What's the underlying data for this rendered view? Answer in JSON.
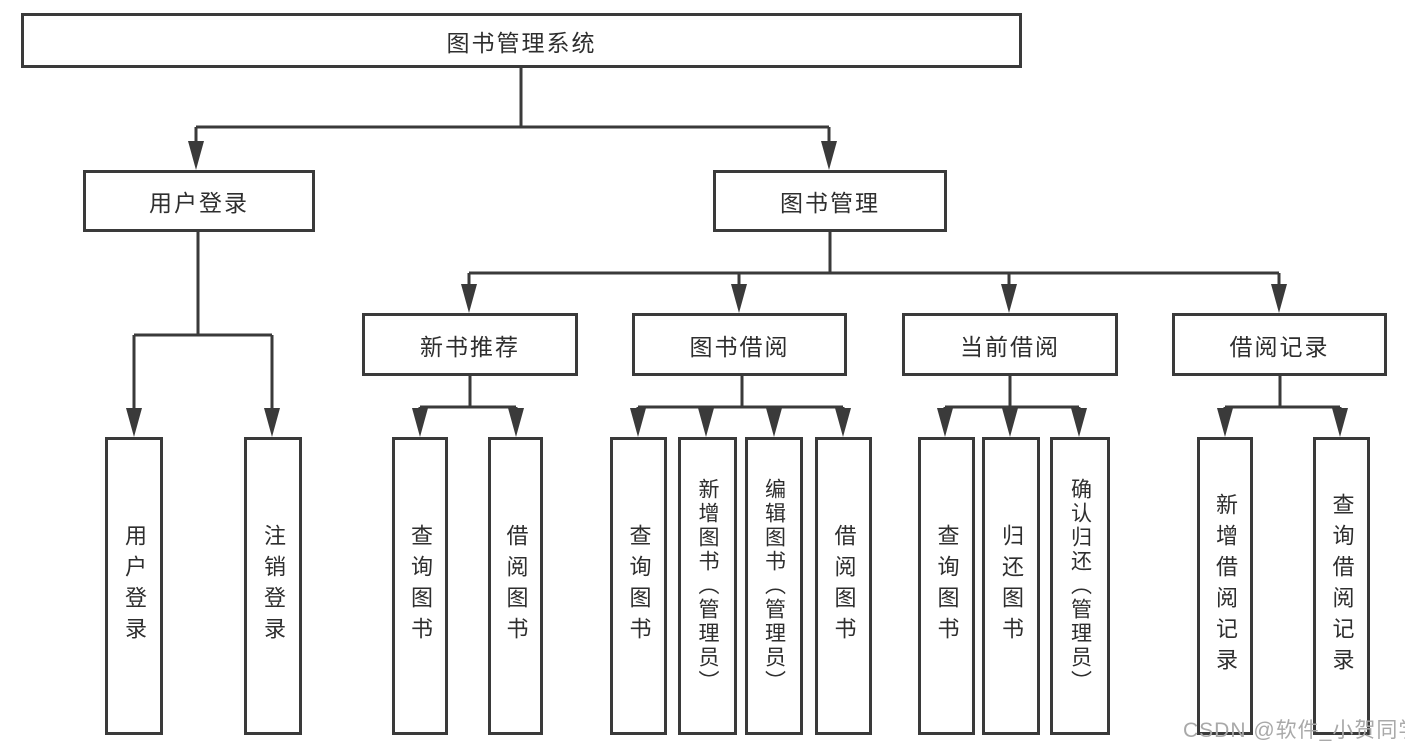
{
  "diagram_title": "图书管理系统",
  "watermark": "CSDN @软件_小贺同学",
  "colors": {
    "line": "#3a3a3a",
    "text": "#2e2e2e",
    "watermark": "#a9a9a9",
    "background": "#ffffff"
  },
  "tree": {
    "label": "图书管理系统",
    "children": [
      {
        "label": "用户登录",
        "children": [
          {
            "label": "用户登录"
          },
          {
            "label": "注销登录"
          }
        ]
      },
      {
        "label": "图书管理",
        "children": [
          {
            "label": "新书推荐",
            "children": [
              {
                "label": "查询图书"
              },
              {
                "label": "借阅图书"
              }
            ]
          },
          {
            "label": "图书借阅",
            "children": [
              {
                "label": "查询图书"
              },
              {
                "label": "新增图书（管理员）"
              },
              {
                "label": "编辑图书（管理员）"
              },
              {
                "label": "借阅图书"
              }
            ]
          },
          {
            "label": "当前借阅",
            "children": [
              {
                "label": "查询图书"
              },
              {
                "label": "归还图书"
              },
              {
                "label": "确认归还（管理员）"
              }
            ]
          },
          {
            "label": "借阅记录",
            "children": [
              {
                "label": "新增借阅记录"
              },
              {
                "label": "查询借阅记录"
              }
            ]
          }
        ]
      }
    ]
  }
}
